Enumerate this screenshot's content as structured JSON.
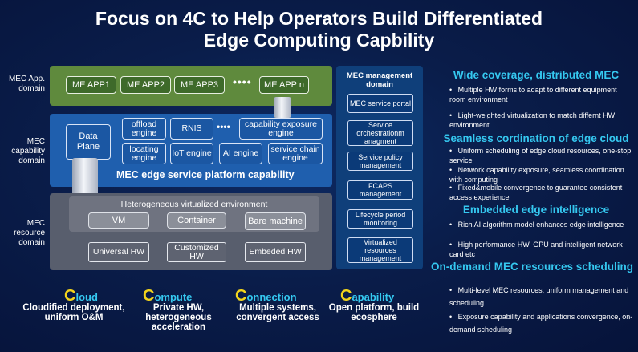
{
  "title": {
    "line1": "Focus on 4C to Help  Operators Build Differentiated",
    "line2": "Edge Computing Capbility"
  },
  "domains": {
    "app": "MEC App. domain",
    "capability": "MEC capability domain",
    "resource": "MEC resource domain"
  },
  "apps": [
    "ME APP1",
    "ME APP2",
    "ME APP3",
    "ME APP n"
  ],
  "ellipsis": "••••",
  "capability": {
    "data_plane": "Data Plane",
    "engines": {
      "offload": "offload engine",
      "rnis": "RNIS",
      "exposure": "capability exposure engine",
      "locating": "locating engine",
      "iot": "IoT engine",
      "ai": "AI engine",
      "chain": "service chain engine"
    },
    "platform_label": "MEC edge service platform capability"
  },
  "resource": {
    "hve_label": "Heterogeneous virtualized environment",
    "vm": "VM",
    "container": "Container",
    "bare": "Bare machine",
    "hw": [
      "Universal HW",
      "Customized HW",
      "Embeded HW"
    ]
  },
  "management": {
    "title": "MEC management domain",
    "items": [
      "MEC service portal",
      "Service orchestrationm anagment",
      "Service policy management",
      "FCAPS management",
      "Lifecycle period monitoring",
      "Virtualized resources management"
    ]
  },
  "four_c": [
    {
      "cap": "C",
      "rest": "loud",
      "desc": "Cloudified deployment, uniform O&M"
    },
    {
      "cap": "C",
      "rest": "ompute",
      "desc": "Private HW, heterogeneous acceleration"
    },
    {
      "cap": "C",
      "rest": "onnection",
      "desc": "Multiple systems, convergent access"
    },
    {
      "cap": "C",
      "rest": "apability",
      "desc": "Open platform, build ecosphere"
    }
  ],
  "right_panel": [
    {
      "heading": "Wide coverage, distributed MEC",
      "bullets": [
        "Multiple HW forms to adapt to different equipment room environment",
        "Light-weighted virtualization to match differnt HW environment"
      ]
    },
    {
      "heading": "Seamless cordination of edge cloud",
      "bullets": [
        "Uniform scheduling of edge cloud resources, one-stop service",
        "Network capability exposure, seamless coordination with computing",
        "Fixed&mobile convergence to guarantee  consistent access experience"
      ]
    },
    {
      "heading": "Embedded edge intelligence",
      "bullets": [
        "Rich AI algorithm model enhances edge intelligence",
        "High performance HW, GPU and intelligent network card etc"
      ]
    },
    {
      "heading": "On-demand MEC resources scheduling",
      "bullets": [
        "Multi-level MEC resources, uniform management and scheduling",
        "Exposure capability and applications convergence, on-demand scheduling"
      ]
    }
  ],
  "colors": {
    "accent_heading": "#35c8f0",
    "c_letter": "#f2d41c",
    "app_layer": "#5f8a3d",
    "cap_layer": "#1f5fae",
    "res_layer": "#585e6d"
  }
}
